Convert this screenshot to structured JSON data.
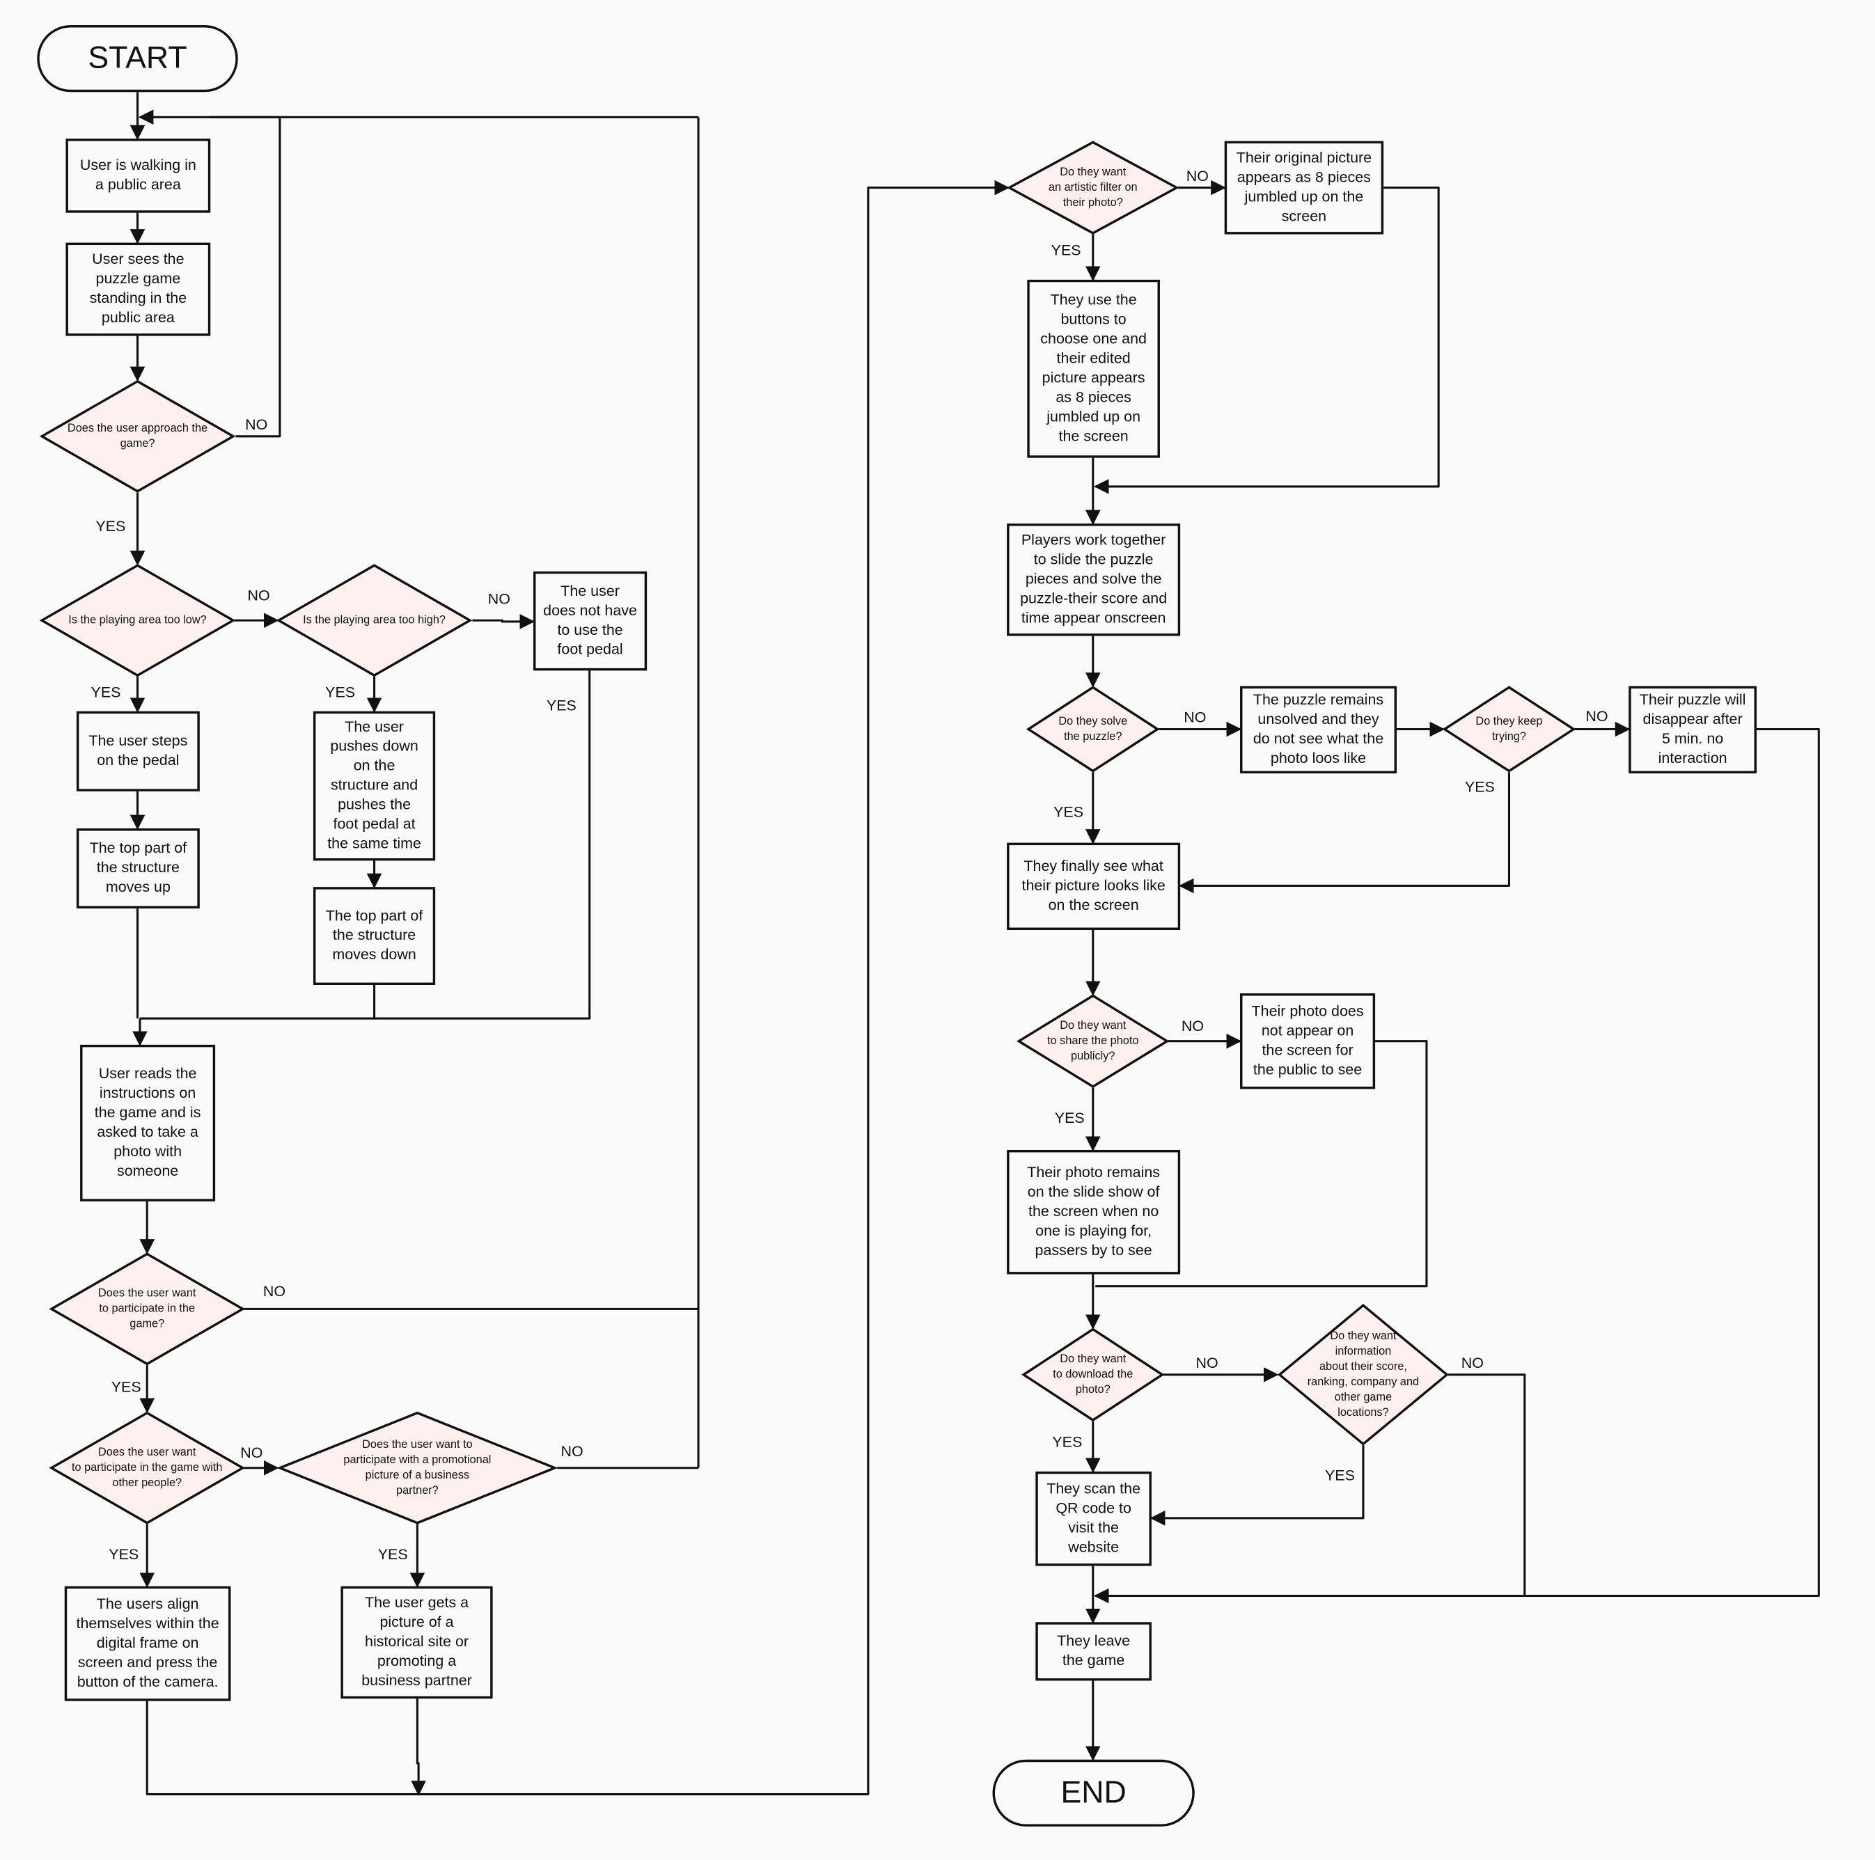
{
  "diagram": {
    "type": "flowchart",
    "colors": {
      "background": "#fafafa",
      "decision_fill": "#fdf0ef",
      "stroke": "#111111"
    },
    "terminals": {
      "start": "START",
      "end": "END"
    },
    "nodes": {
      "walking": [
        "User is walking in",
        "a public area"
      ],
      "sees_game": [
        "User sees the",
        "puzzle game",
        "standing in the",
        "public area"
      ],
      "approach": [
        "Does the user approach the",
        "game?"
      ],
      "too_low": [
        "Is the playing area too low?"
      ],
      "too_high": [
        "Is the playing area too high?"
      ],
      "no_pedal": [
        "The user",
        "does not have",
        "to use the",
        "foot pedal"
      ],
      "steps_pedal": [
        "The user steps",
        "on the pedal"
      ],
      "moves_up": [
        "The top part of",
        "the structure",
        "moves up"
      ],
      "pushes_down": [
        "The user",
        "pushes down",
        "on the",
        "structure and",
        "pushes the",
        "foot pedal at",
        "the same time"
      ],
      "moves_down": [
        "The top part of",
        "the structure",
        "moves down"
      ],
      "reads_instructions": [
        "User reads the",
        "instructions on",
        "the game and is",
        "asked to take a",
        "photo with",
        "someone"
      ],
      "participate": [
        "Does the user want",
        "to participate in the",
        "game?"
      ],
      "with_people": [
        "Does the user want",
        "to participate in the game with",
        "other people?"
      ],
      "promo": [
        "Does the user want to",
        "participate with a promotional",
        "picture of a business",
        "partner?"
      ],
      "align": [
        "The users align",
        "themselves within the",
        "digital frame on",
        "screen and press the",
        "button of the camera."
      ],
      "gets_picture": [
        "The user gets a",
        "picture of a",
        "historical site or",
        "promoting a",
        "business partner"
      ],
      "filter": [
        "Do they want",
        "an artistic filter on",
        "their photo?"
      ],
      "original_pieces": [
        "Their original picture",
        "appears as 8 pieces",
        "jumbled up on the",
        "screen"
      ],
      "use_buttons": [
        "They use the",
        "buttons to",
        "choose one and",
        "their edited",
        "picture appears",
        "as 8 pieces",
        "jumbled up on",
        "the screen"
      ],
      "work_together": [
        "Players work together",
        "to slide the puzzle",
        "pieces and solve the",
        "puzzle-their score and",
        "time appear onscreen"
      ],
      "solve": [
        "Do they solve",
        "the puzzle?"
      ],
      "unsolved": [
        "The puzzle remains",
        "unsolved and they",
        "do not see what the",
        "photo loos like"
      ],
      "keep_trying": [
        "Do they keep",
        "trying?"
      ],
      "disappear": [
        "Their puzzle will",
        "disappear after",
        "5 min. no",
        "interaction"
      ],
      "finally_see": [
        "They finally see what",
        "their picture looks like",
        "on the screen"
      ],
      "share": [
        "Do they want",
        "to share the photo",
        "publicly?"
      ],
      "not_appear": [
        "Their photo does",
        "not appear on",
        "the screen for",
        "the public to see"
      ],
      "remains_slideshow": [
        "Their photo remains",
        "on the slide show of",
        "the screen when no",
        "one is playing for,",
        "passers by to see"
      ],
      "download": [
        "Do they want",
        "to download the",
        "photo?"
      ],
      "info": [
        "Do they want",
        "information",
        "about their score,",
        "ranking, company and",
        "other game",
        "locations?"
      ],
      "scan_qr": [
        "They scan the",
        "QR code to",
        "visit the",
        "website"
      ],
      "leave": [
        "They leave",
        "the game"
      ]
    },
    "edge_labels": {
      "yes": "YES",
      "no": "NO"
    }
  }
}
